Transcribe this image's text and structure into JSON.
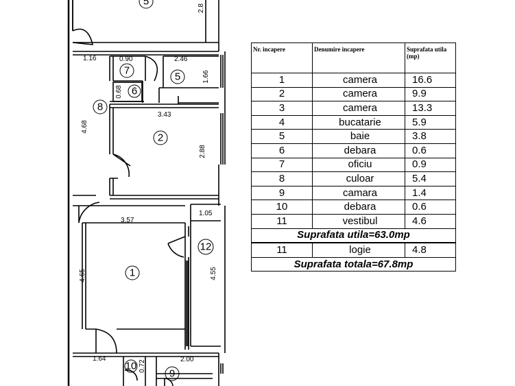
{
  "plan": {
    "room_numbers": [
      "5",
      "7",
      "5",
      "6",
      "8",
      "2",
      "12",
      "1",
      "10",
      "9"
    ],
    "dimensions": [
      "2.8",
      "1.16",
      "0.90",
      "2.46",
      "1.66",
      "0.68",
      "4.68",
      "3.43",
      "2.88",
      "3.57",
      "1.05",
      "4.65",
      "4.55",
      "1.64",
      "0.72",
      "2.00"
    ]
  },
  "table": {
    "headers": [
      "Nr. incapere",
      "Denumire incapere",
      "Suprafata utila (mp)"
    ],
    "rows": [
      [
        "1",
        "camera",
        "16.6"
      ],
      [
        "2",
        "camera",
        "9.9"
      ],
      [
        "3",
        "camera",
        "13.3"
      ],
      [
        "4",
        "bucatarie",
        "5.9"
      ],
      [
        "5",
        "baie",
        "3.8"
      ],
      [
        "6",
        "debara",
        "0.6"
      ],
      [
        "7",
        "oficiu",
        "0.9"
      ],
      [
        "8",
        "culoar",
        "5.4"
      ],
      [
        "9",
        "camara",
        "1.4"
      ],
      [
        "10",
        "debara",
        "0.6"
      ],
      [
        "11",
        "vestibul",
        "4.6"
      ]
    ],
    "summary_useful": "Suprafata utila=63.0mp",
    "logia_row": [
      "11",
      "logie",
      "4.8"
    ],
    "summary_total": "Suprafata totala=67.8mp"
  }
}
